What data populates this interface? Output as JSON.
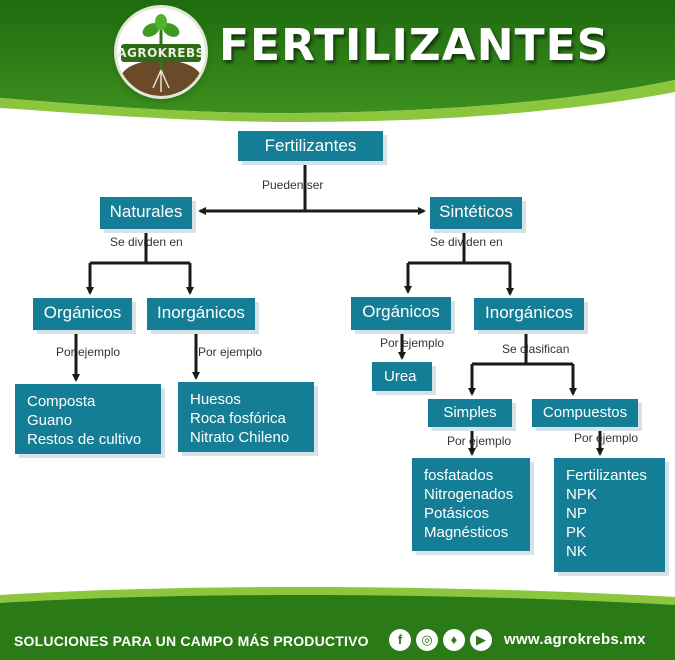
{
  "header": {
    "brand": "AGROKREBS",
    "title": "FERTILIZANTES"
  },
  "diagram": {
    "root": "Fertilizantes",
    "root_connector": "Pueden ser",
    "naturales": {
      "label": "Naturales",
      "connector": "Se dividen en",
      "organicos": {
        "label": "Orgánicos",
        "connector": "Por ejemplo",
        "items": [
          "Composta",
          "Guano",
          "Restos de cultivo"
        ]
      },
      "inorganicos": {
        "label": "Inorgánicos",
        "connector": "Por ejemplo",
        "items": [
          "Huesos",
          "Roca fosfórica",
          "Nitrato Chileno"
        ]
      }
    },
    "sinteticos": {
      "label": "Sintéticos",
      "connector": "Se dividen en",
      "organicos": {
        "label": "Orgánicos",
        "connector": "Por ejemplo",
        "items": [
          "Urea"
        ]
      },
      "inorganicos": {
        "label": "Inorgánicos",
        "connector": "Se clasifican",
        "simples": {
          "label": "Simples",
          "connector": "Por ejemplo",
          "items": [
            "fosfatados",
            "Nitrogenados",
            "Potásicos",
            "Magnésticos"
          ]
        },
        "compuestos": {
          "label": "Compuestos",
          "connector": "Por ejemplo",
          "items": [
            "Fertilizantes",
            "NPK",
            "NP",
            "PK",
            "NK"
          ]
        }
      }
    }
  },
  "footer": {
    "slogan": "SOLUCIONES PARA UN CAMPO MÁS PRODUCTIVO",
    "website": "www.agrokrebs.mx",
    "social": [
      "facebook-icon",
      "instagram-icon",
      "twitter-icon",
      "youtube-icon"
    ]
  },
  "colors": {
    "green": "#2a7a18",
    "node": "#137e96"
  }
}
